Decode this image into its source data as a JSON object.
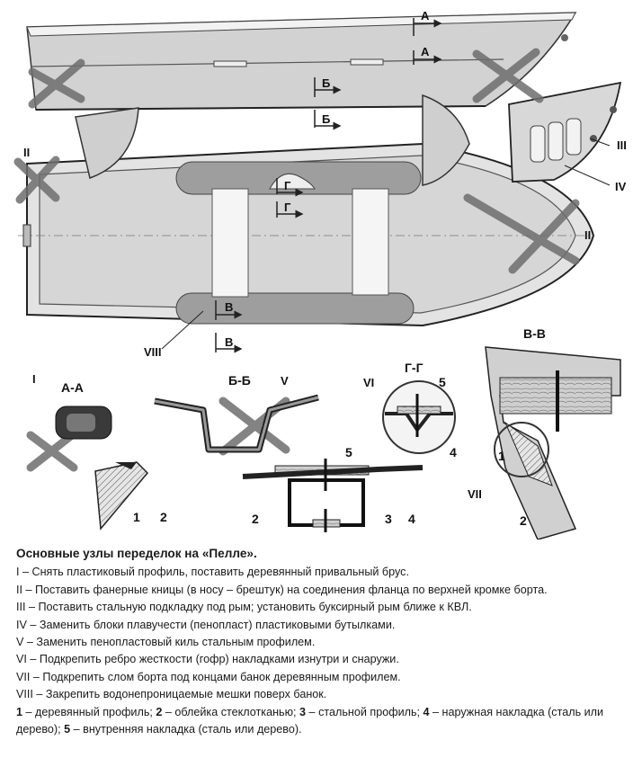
{
  "labels": {
    "roman_i": "I",
    "roman_ii": "II",
    "roman_iii": "III",
    "roman_iv": "IV",
    "roman_v": "V",
    "roman_vi": "VI",
    "roman_vii": "VII",
    "roman_viii": "VIII",
    "sec_a": "А",
    "sec_b": "Б",
    "sec_v": "В",
    "sec_g": "Г",
    "view_aa": "А-А",
    "view_bb": "Б-Б",
    "view_gg": "Г-Г",
    "view_vv": "В-В",
    "n1": "1",
    "n2": "2",
    "n3": "3",
    "n4": "4",
    "n5": "5"
  },
  "caption": {
    "title": "Основные узлы  переделок на «Пелле».",
    "notes": [
      "I – Снять пластиковый профиль, поставить деревянный привальный брус.",
      "II – Поставить фанерные кницы (в носу – брештук) на соединения фланца по верхней кромке борта.",
      "III – Поставить стальную подкладку под рым; установить буксирный рым ближе к КВЛ.",
      "IV – Заменить блоки плавучести (пенопласт) пластиковыми бутылками.",
      "V – Заменить пенопластовый киль стальным профилем.",
      "VI – Подкрепить ребро жесткости (гофр) накладками изнутри и снаружи.",
      "VII – Подкрепить слом борта под концами банок деревянным профилем.",
      "VIII – Закрепить водонепроницаемые мешки поверх банок."
    ],
    "legend": [
      {
        "num": "1",
        "text": " – деревянный профиль; "
      },
      {
        "num": "2",
        "text": " – облейка стеклотканью; "
      },
      {
        "num": "3",
        "text": " – стальной профиль; "
      },
      {
        "num": "4",
        "text": " – наружная накладка (сталь или дерево); "
      },
      {
        "num": "5",
        "text": " – внутренняя накладка (сталь или дерево)."
      }
    ]
  }
}
